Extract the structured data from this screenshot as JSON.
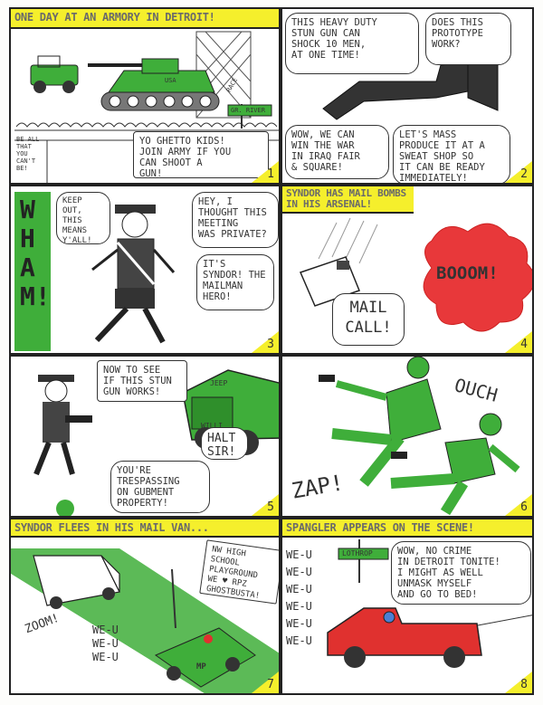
{
  "panels": [
    {
      "number": "1",
      "caption": "ONE DAY AT AN ARMORY IN DETROIT!",
      "sign_label": "GR. RIVER",
      "fort_text": "RACE",
      "tank_text": "USA",
      "side_text": "BE ALL\nTHAT\nYOU\nCAN'T\nBE!",
      "bubble": "YO GHETTO KIDS!\nJOIN ARMY IF YOU\nCAN SHOOT A\nGUN!"
    },
    {
      "number": "2",
      "bubble_top_left": "THIS HEAVY DUTY\nSTUN GUN CAN\nSHOCK 10 MEN,\nAT ONE TIME!",
      "bubble_top_right": "DOES THIS\nPROTOTYPE\nWORK?",
      "bubble_bottom_left": "WOW, WE CAN\nWIN THE WAR\nIN IRAQ FAIR\n& SQUARE!",
      "bubble_bottom_right": "LET'S MASS\nPRODUCE IT AT A\nSWEAT SHOP SO\nIT CAN BE READY\nIMMEDIATELY!"
    },
    {
      "number": "3",
      "sound": "WHAM!",
      "bubble_left": "KEEP\nOUT,\nTHIS MEANS\nY'ALL!",
      "bubble_right_top": "HEY, I\nTHOUGHT THIS\nMEETING\nWAS PRIVATE?",
      "bubble_right_bottom": "IT'S\nSYNDOR! THE\nMAILMAN\nHERO!"
    },
    {
      "number": "4",
      "caption": "SYNDOR HAS MAIL BOMBS IN HIS ARSENAL!",
      "bubble": "MAIL\nCALL!",
      "sound": "BOOOM!"
    },
    {
      "number": "5",
      "bubble_top": "NOW TO SEE\nIF THIS STUN\nGUN WORKS!",
      "bubble_mid": "HALT\nSIR!",
      "bubble_bottom": "YOU'RE\nTRESPASSING\nON GUBMENT\nPROPERTY!",
      "jeep_text": "JEEP",
      "jeep_plate": "WILLI"
    },
    {
      "number": "6",
      "sound_ouch": "OUCH",
      "sound_zap": "ZAP!"
    },
    {
      "number": "7",
      "caption": "SYNDOR FLEES IN HIS MAIL VAN...",
      "sign": "NW HIGH SCHOOL\nPLAYGROUND\nWE ♥ RPZ\nGHOSTBUSTA!",
      "sound": "ZOOM!",
      "siren": "WE-U\nWE-U\nWE-U",
      "car_text": "MP"
    },
    {
      "number": "8",
      "caption": "SPANGLER APPEARS ON THE SCENE!",
      "street_sign": "LOTHROP",
      "bubble": "WOW, NO CRIME\nIN DETROIT TONITE!\nI MIGHT AS WELL\nUNMASK MYSELF\nAND GO TO BED!",
      "siren": "WE-U\nWE-U\nWE-U\nWE-U\nWE-U\nWE-U"
    }
  ],
  "colors": {
    "caption_yellow": "#f5ef2c",
    "army_green": "#3fae3a",
    "boom_red": "#e8383a",
    "truck_red": "#e0312f"
  }
}
